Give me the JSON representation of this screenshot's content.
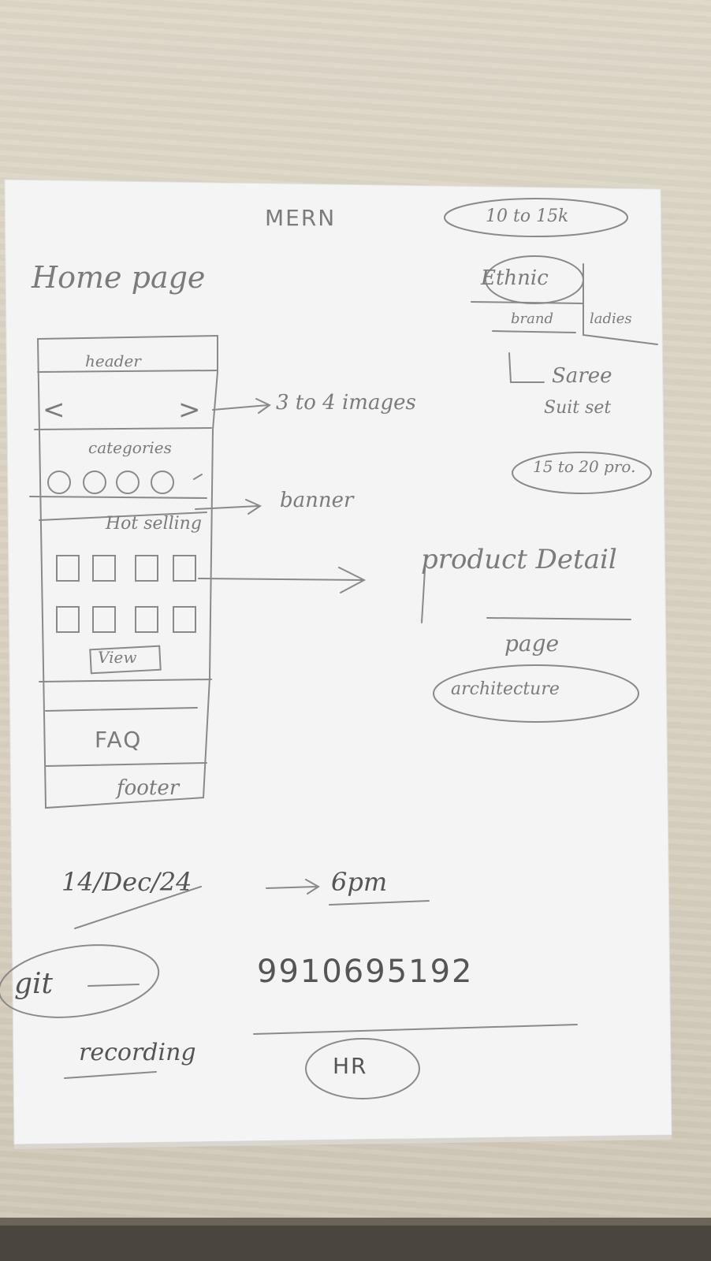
{
  "project_title": "MERN",
  "page_heading": "Home page",
  "wireframe": {
    "header": "header",
    "carousel_left": "<",
    "carousel_right": ">",
    "categories": "categories",
    "hot_selling": "Hot selling",
    "view_button": "View",
    "faq": "FAQ",
    "footer": "footer"
  },
  "annotations": {
    "slider_note": "3 to 4 images",
    "banner_note": "banner",
    "product_detail": "product Detail",
    "page_label": "page",
    "architecture": "architecture"
  },
  "right_notes": {
    "price_range": "10 to 15k",
    "ethnic": "Ethnic",
    "brand": "brand",
    "ladies": "ladies",
    "saree": "Saree",
    "suit_set": "Suit set",
    "products_range": "15 to 20 pro."
  },
  "bottom_notes": {
    "date": "14/Dec/24",
    "time": "6pm",
    "git": "git",
    "recording": "recording",
    "phone": "9910695192",
    "hr": "HR"
  },
  "colors": {
    "paper": "#f4f4f4",
    "pencil": "#7b7b7b",
    "desk": "#ddd7c8"
  }
}
